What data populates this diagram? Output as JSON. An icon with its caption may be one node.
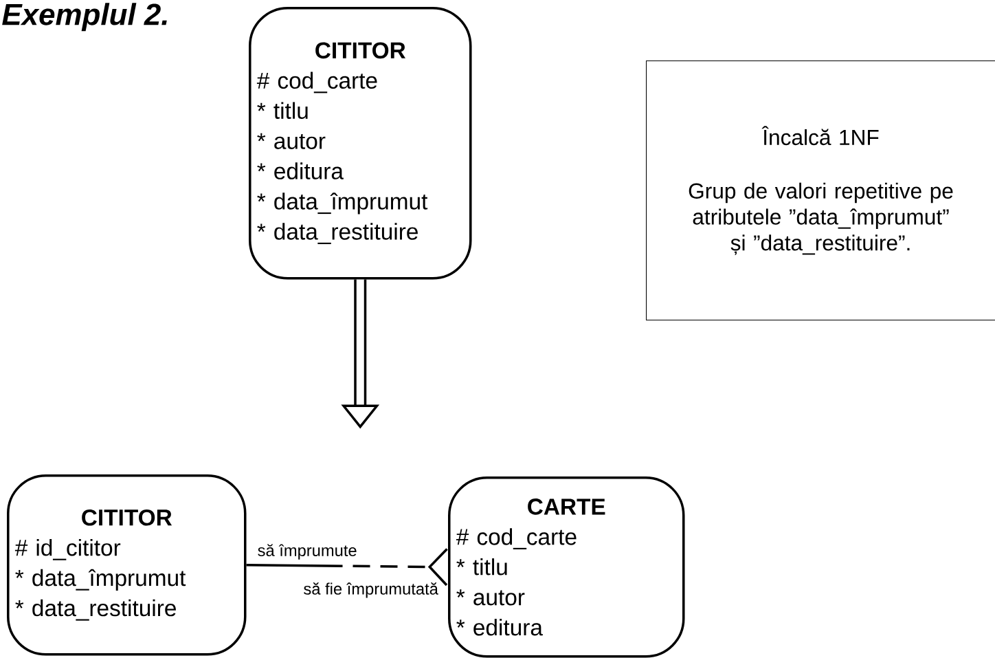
{
  "diagram": {
    "title": "Exemplul 2.",
    "nodes": [
      {
        "text": [
          "CITITOR",
          "# cod_carte",
          "* titlu",
          "* autor",
          "* editura",
          "* data_împrumut",
          "* data_restituire"
        ]
      },
      {
        "text": [
          "Încalcă 1NF",
          "Grup de valori repetitive pe atributele ”data_împrumut” și ”data_restituire”."
        ]
      },
      {
        "text": [
          "CITITOR",
          "# id_cititor",
          "* data_împrumut",
          "* data_restituire"
        ]
      },
      {
        "text": [
          "CARTE",
          "# cod_carte",
          "* titlu",
          "* autor",
          "* editura"
        ]
      }
    ],
    "edges": [
      {
        "from": 0,
        "to": null,
        "arrow": "to",
        "style": "thick"
      },
      {
        "from": 2,
        "to": 3,
        "arrow": "other",
        "label": "să împrumute",
        "style": "dashed"
      }
    ],
    "labels": [
      "să fie împrumutată"
    ]
  }
}
